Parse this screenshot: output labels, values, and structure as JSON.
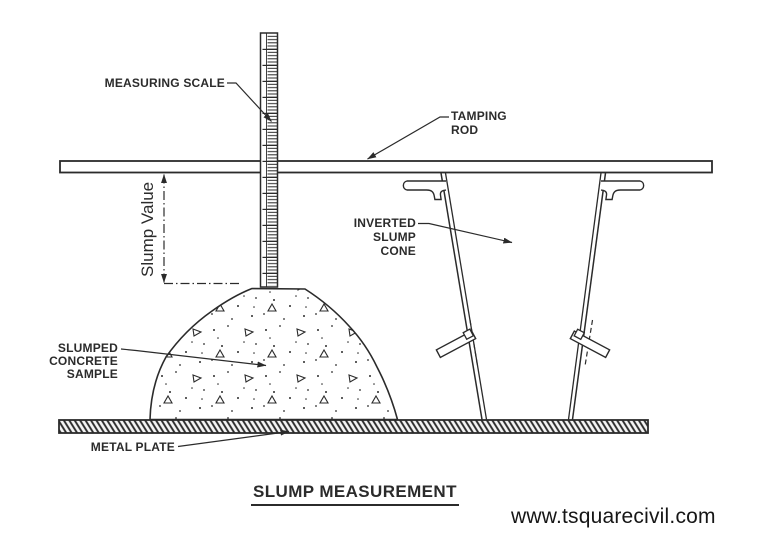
{
  "diagram": {
    "title": "SLUMP MEASUREMENT",
    "watermark": "www.tsquarecivil.com",
    "labels": {
      "measuring_scale": "MEASURING SCALE",
      "tamping_rod": "TAMPING\nROD",
      "slump_value": "Slump Value",
      "inverted_cone": "INVERTED\nSLUMP\nCONE",
      "slumped_sample": "SLUMPED\nCONCRETE\nSAMPLE",
      "metal_plate": "METAL PLATE"
    },
    "colors": {
      "line": "#2b2b2b",
      "background": "#ffffff",
      "text": "#2b2b2b"
    }
  }
}
